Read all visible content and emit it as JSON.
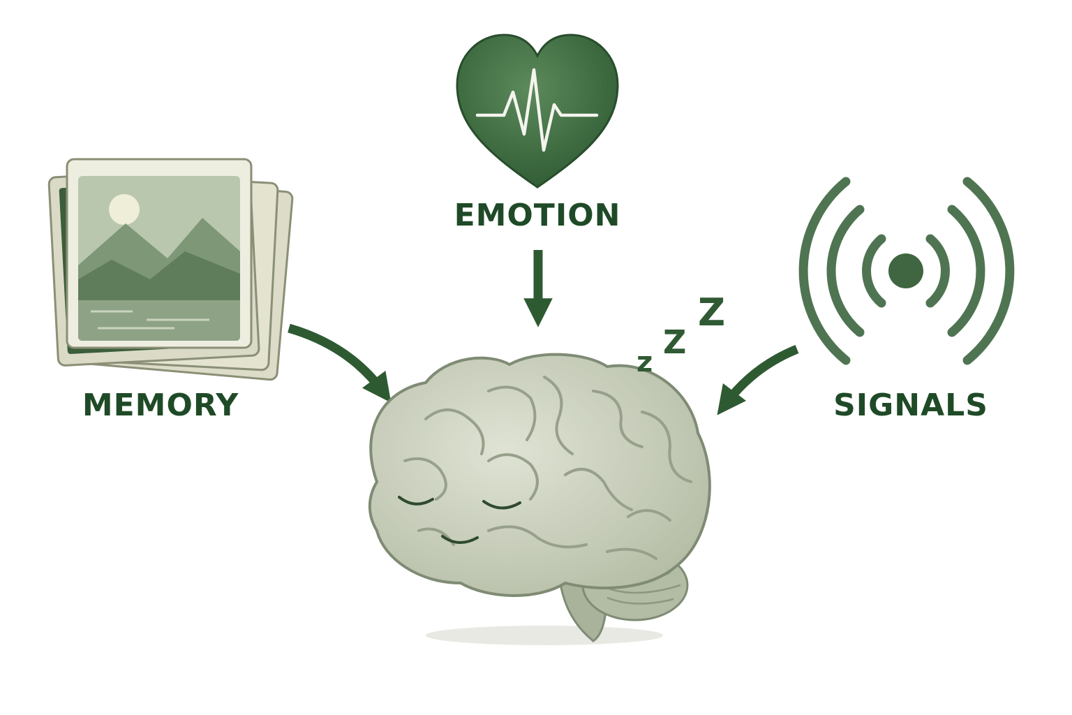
{
  "labels": {
    "emotion": "EMOTION",
    "memory": "MEMORY",
    "signals": "SIGNALS"
  },
  "sleep_letters": [
    "z",
    "Z",
    "Z"
  ],
  "icons": {
    "emotion": "heart-pulse-icon",
    "memory": "photo-stack-icon",
    "signals": "broadcast-signal-icon",
    "center": "sleeping-brain-icon"
  },
  "colors": {
    "text": "#1f4a27",
    "arrow": "#2e5a32",
    "heart": "#3f6b42",
    "signal": "#4f7452",
    "brain": "#c9cfbc",
    "brain_outline": "#7f8b74",
    "photo_frame": "#e9eadb",
    "photo_sky": "#b8c6ad",
    "background": "#ffffff"
  }
}
